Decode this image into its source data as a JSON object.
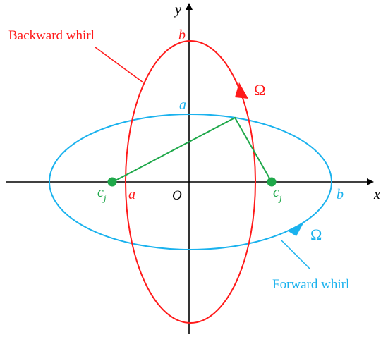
{
  "labels": {
    "backward": "Backward whirl",
    "forward": "Forward whirl",
    "omega": "Ω",
    "axis_x": "x",
    "axis_y": "y",
    "origin": "O",
    "a": "a",
    "b": "b",
    "c": "c",
    "j": "j"
  },
  "colors": {
    "backward": "#ff1a1a",
    "forward": "#1ab2ee",
    "foci": "#1fa84a",
    "axes": "#000000"
  }
}
